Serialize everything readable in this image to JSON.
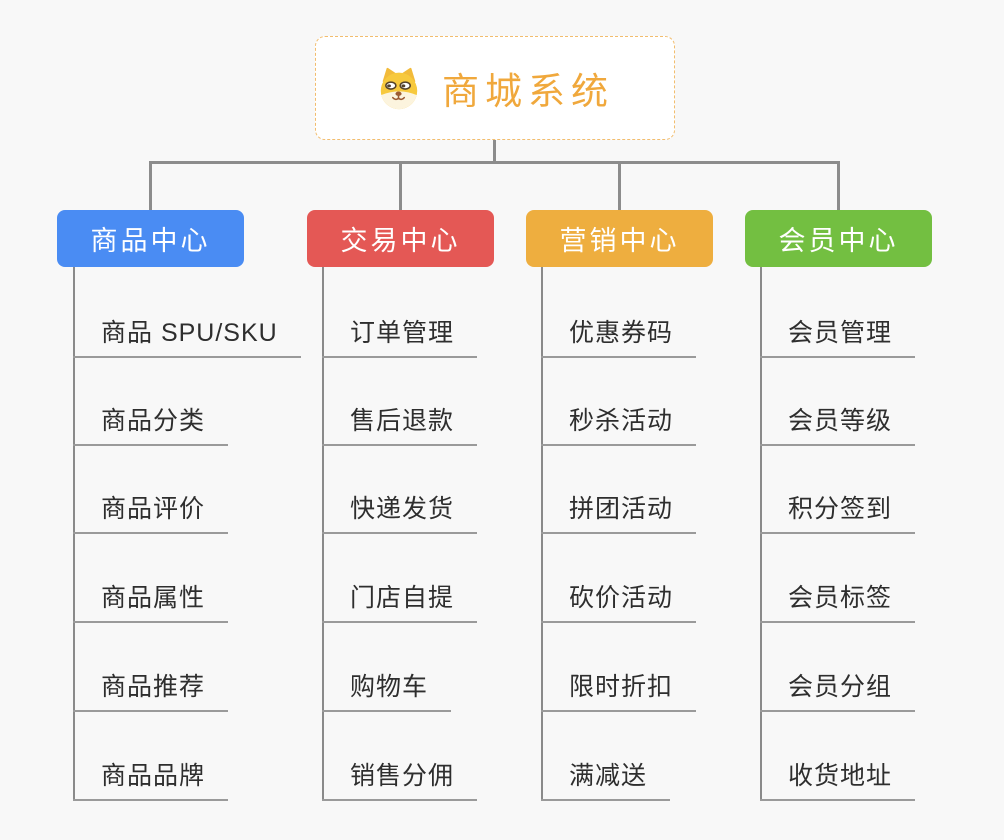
{
  "root": {
    "title": "商城系统",
    "icon": "shiba-dog-icon",
    "accent_color": "#F0A83C",
    "border_color": "#F2BD6E"
  },
  "connector_color": "#8C8C8C",
  "branches": [
    {
      "name": "product-center",
      "label": "商品中心",
      "color": "#4A8CF3",
      "items": [
        "商品 SPU/SKU",
        "商品分类",
        "商品评价",
        "商品属性",
        "商品推荐",
        "商品品牌"
      ]
    },
    {
      "name": "trade-center",
      "label": "交易中心",
      "color": "#E45855",
      "items": [
        "订单管理",
        "售后退款",
        "快递发货",
        "门店自提",
        "购物车",
        "销售分佣"
      ]
    },
    {
      "name": "marketing-center",
      "label": "营销中心",
      "color": "#EEAE3F",
      "items": [
        "优惠券码",
        "秒杀活动",
        "拼团活动",
        "砍价活动",
        "限时折扣",
        "满减送"
      ]
    },
    {
      "name": "member-center",
      "label": "会员中心",
      "color": "#73BF41",
      "items": [
        "会员管理",
        "会员等级",
        "积分签到",
        "会员标签",
        "会员分组",
        "收货地址"
      ]
    }
  ]
}
